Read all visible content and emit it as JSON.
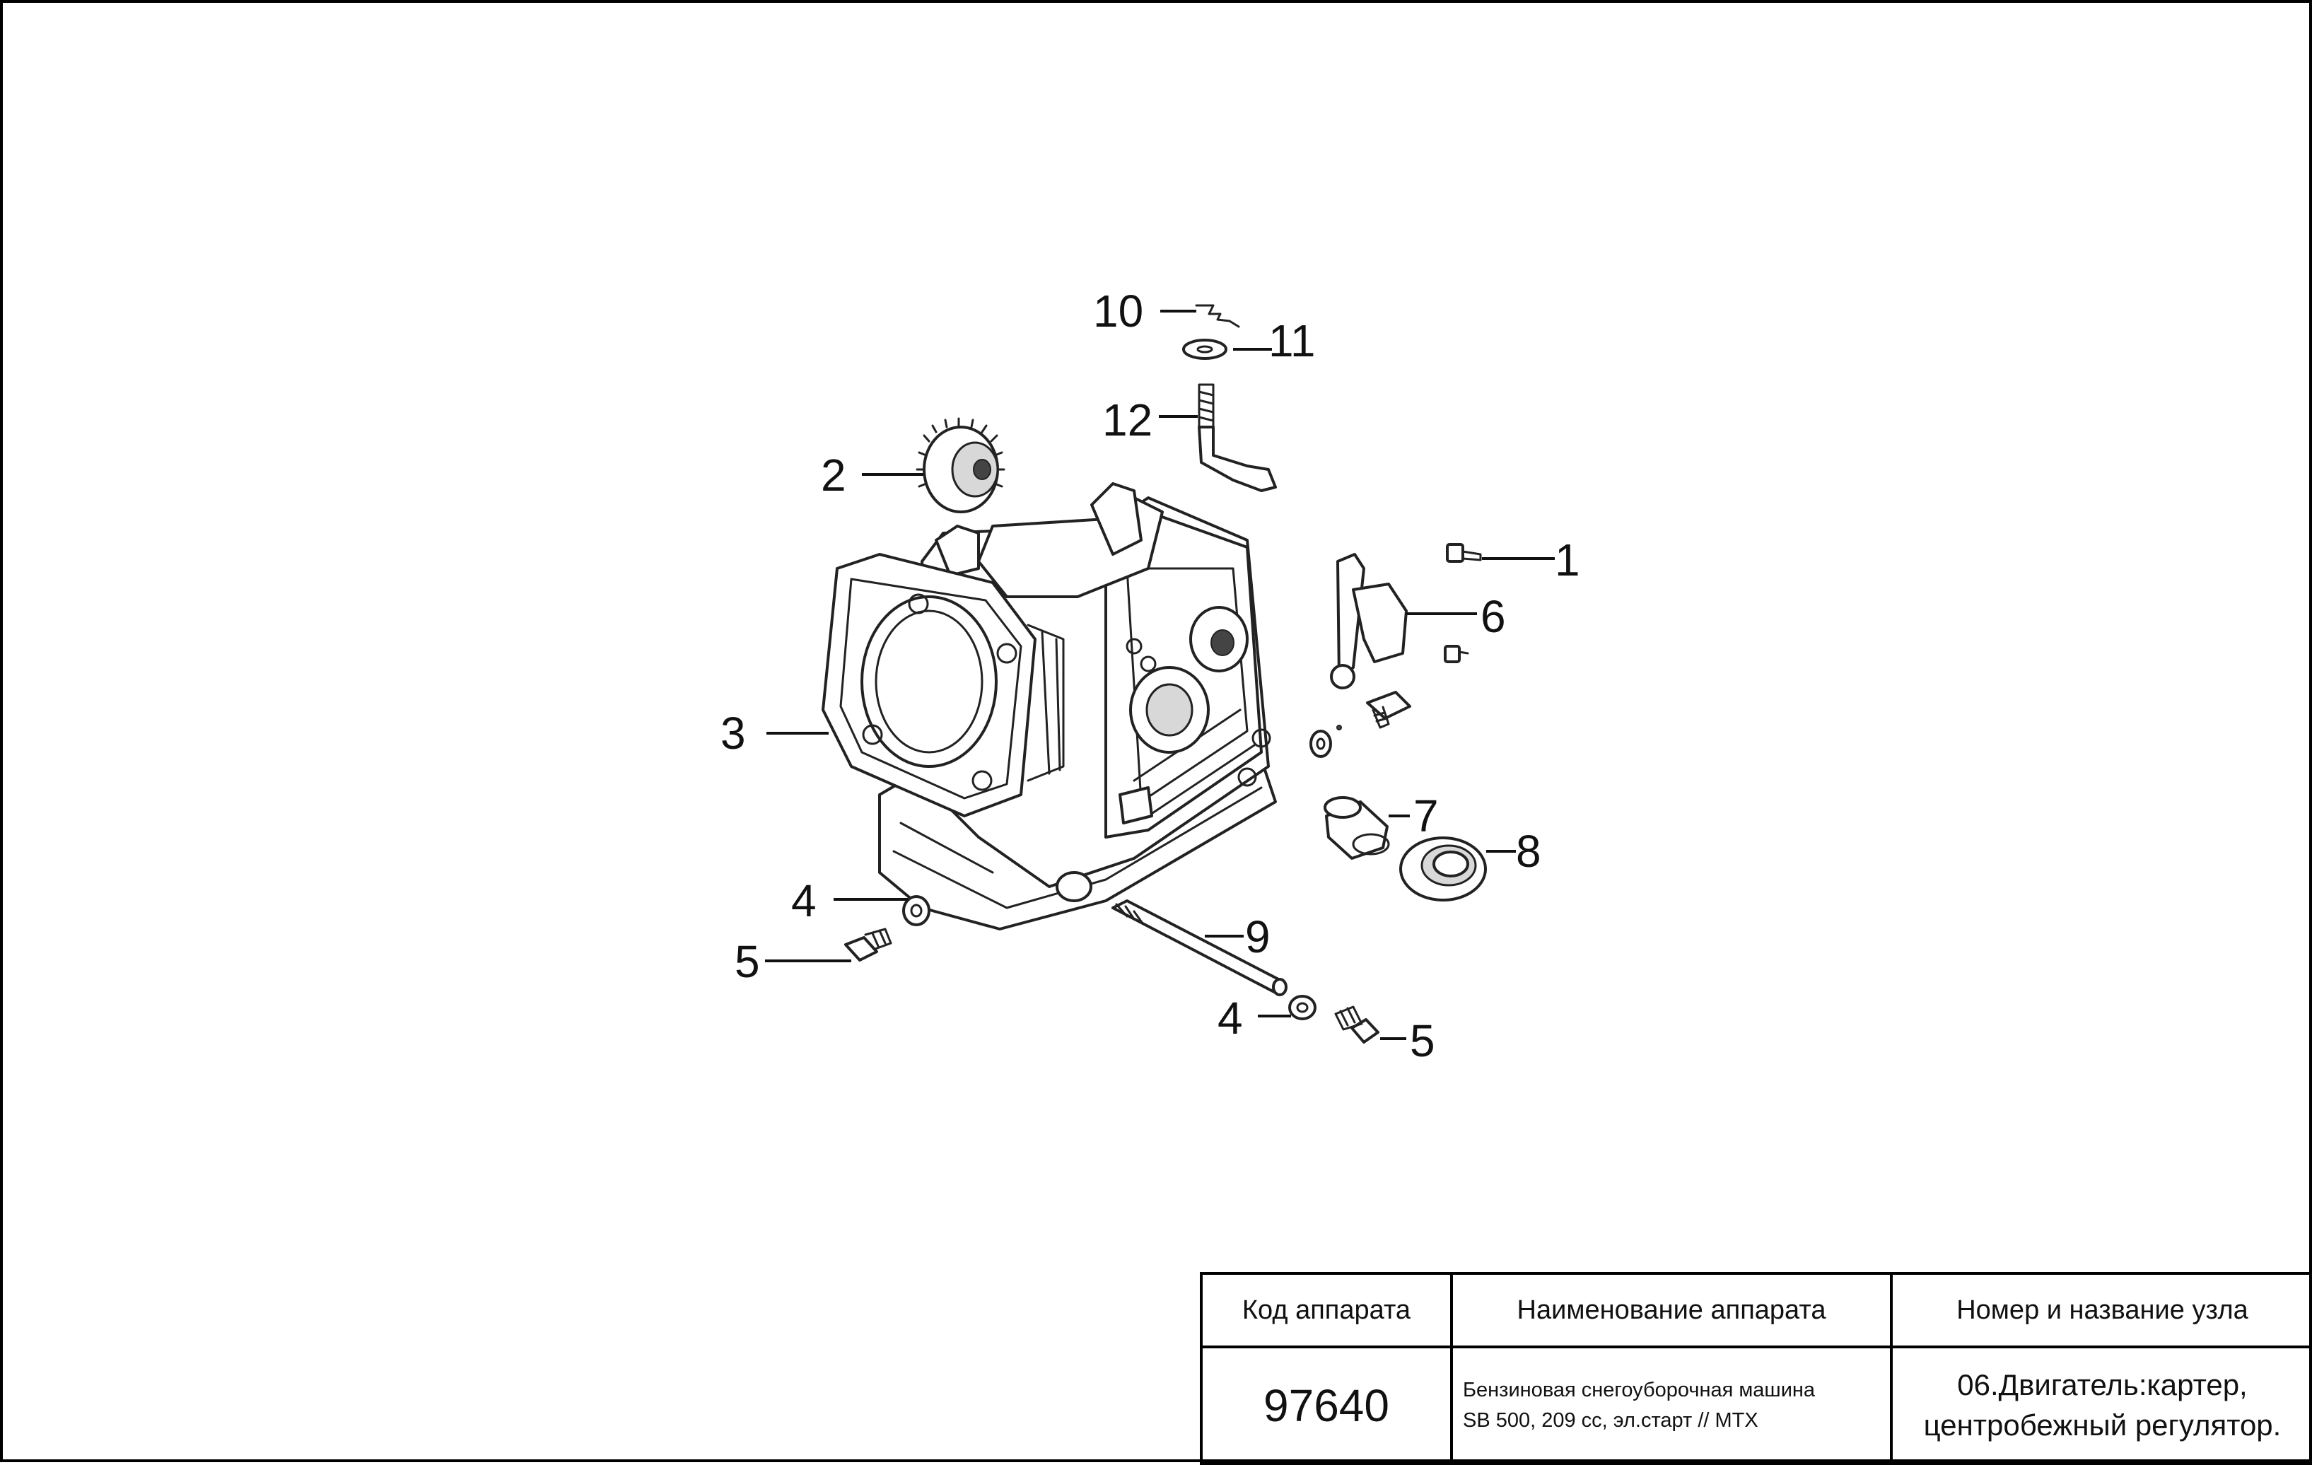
{
  "callouts": {
    "c1": "1",
    "c2": "2",
    "c3": "3",
    "c4a": "4",
    "c4b": "4",
    "c5a": "5",
    "c5b": "5",
    "c6": "6",
    "c7": "7",
    "c8": "8",
    "c9": "9",
    "c10": "10",
    "c11": "11",
    "c12": "12"
  },
  "title_block": {
    "headers": {
      "code": "Код аппарата",
      "name": "Наименование аппарата",
      "unit": "Номер и название узла"
    },
    "code_value": "97640",
    "name_lines": [
      "Бензиновая снегоуборочная машина",
      "SB 500, 209 cc, эл.старт // MTX"
    ],
    "unit_lines": [
      "06.Двигатель:картер,",
      "центробежный регулятор."
    ]
  },
  "colors": {
    "line": "#000000",
    "background": "#ffffff"
  }
}
